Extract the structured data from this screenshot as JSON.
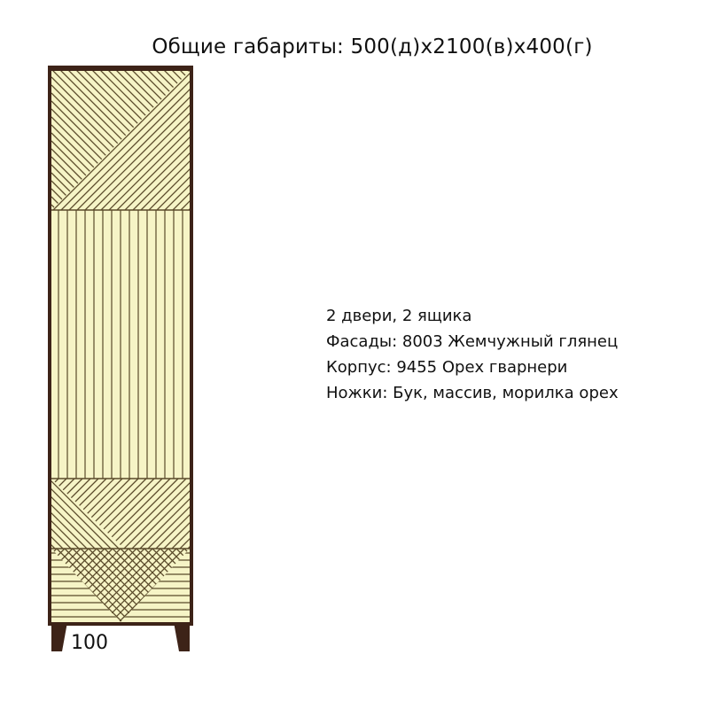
{
  "title": "Общие габариты: 500(д)x2100(в)x400(г)",
  "specs": [
    "2 двери, 2 ящика",
    "Фасады: 8003 Жемчужный глянец",
    "Корпус: 9455 Орех гварнери",
    "Ножки: Бук, массив, морилка орех"
  ],
  "leg_height_label": "100",
  "colors": {
    "facade": "#f6f4c6",
    "facade_line": "#5a4a2a",
    "body": "#3d2318",
    "legs": "#3d2318"
  }
}
